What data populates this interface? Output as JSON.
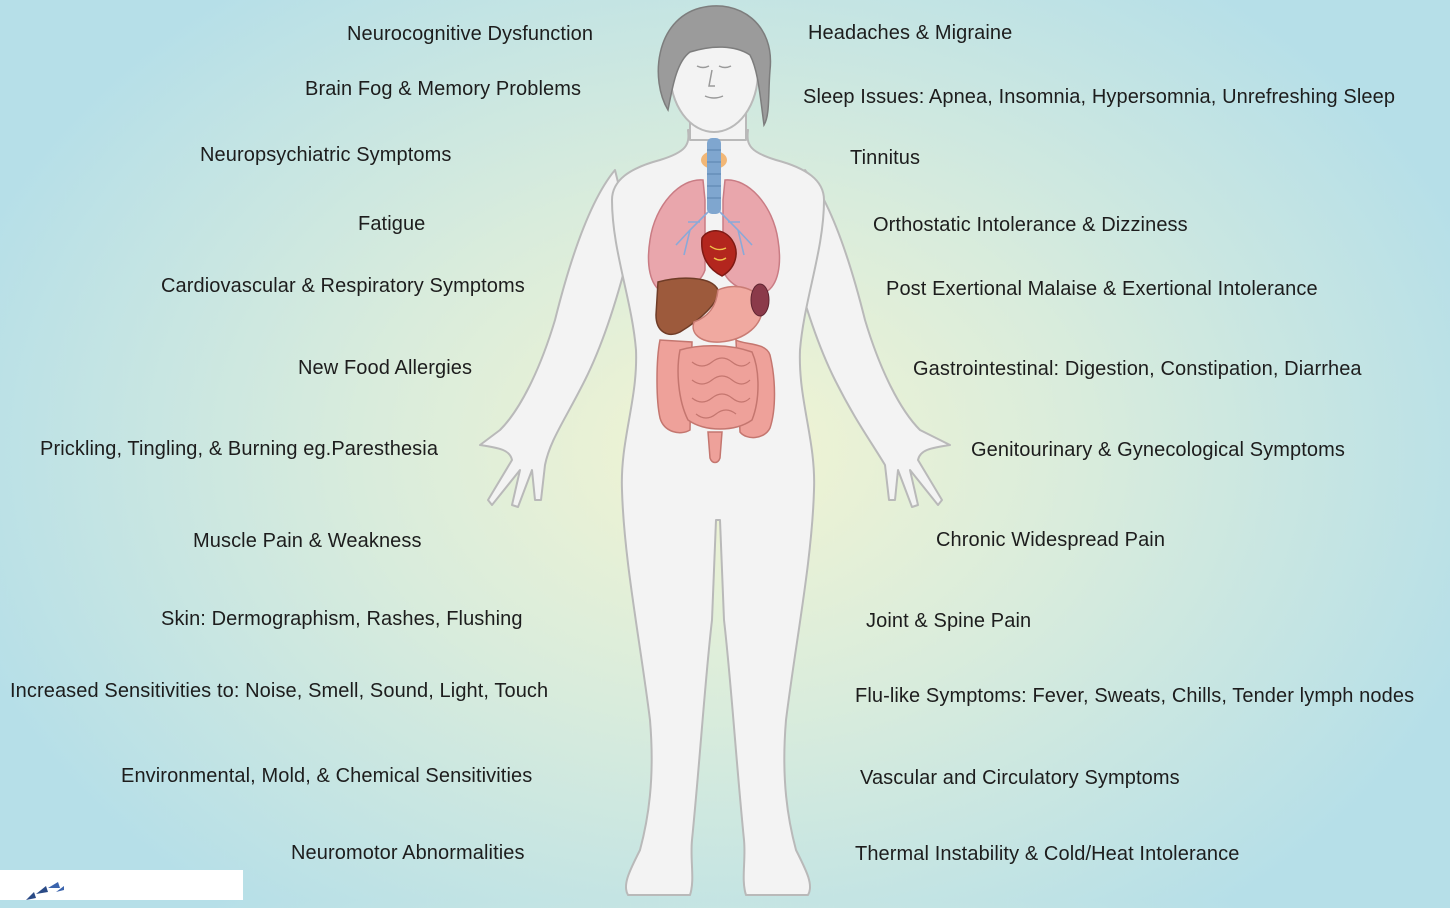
{
  "left_symptoms": [
    "Neurocognitive Dysfunction",
    "Brain Fog & Memory Problems",
    "Neuropsychiatric Symptoms",
    "Fatigue",
    "Cardiovascular & Respiratory Symptoms",
    "New Food Allergies",
    "Prickling, Tingling, & Burning eg.Paresthesia",
    "Muscle Pain & Weakness",
    "Skin: Dermographism, Rashes, Flushing",
    "Increased Sensitivities to: Noise, Smell, Sound, Light, Touch",
    "Environmental, Mold, & Chemical Sensitivities",
    "Neuromotor Abnormalities"
  ],
  "right_symptoms": [
    "Headaches & Migraine",
    "Sleep Issues: Apnea, Insomnia, Hypersomnia, Unrefreshing Sleep",
    "Tinnitus",
    "Orthostatic Intolerance & Dizziness",
    "Post Exertional Malaise & Exertional Intolerance",
    "Gastrointestinal: Digestion, Constipation, Diarrhea",
    "Genitourinary & Gynecological Symptoms",
    "Chronic Widespread Pain",
    "Joint & Spine Pain",
    "Flu-like Symptoms: Fever, Sweats, Chills, Tender lymph nodes",
    "Vascular and Circulatory Symptoms",
    "Thermal Instability & Cold/Heat Intolerance"
  ],
  "figure": {
    "icons": [
      "human-body-icon",
      "hair-icon",
      "thyroid-icon",
      "trachea-icon",
      "lungs-icon",
      "heart-icon",
      "liver-icon",
      "stomach-icon",
      "intestines-icon"
    ],
    "colors": {
      "skin": "#f2f2f2",
      "outline": "#b9b9b9",
      "hair": "#9a9a9a",
      "lungs": "#e6a1a7",
      "heart": "#c0392b",
      "liver": "#a0522d",
      "intestines": "#e79a95",
      "trachea": "#7fa6cf",
      "thyroid": "#f2b776"
    }
  },
  "logo": {
    "icon": "logo-icon"
  }
}
